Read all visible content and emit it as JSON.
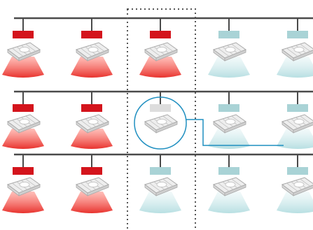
{
  "colors": {
    "background": "#ffffff",
    "rail": "#4a4a4a",
    "zone_border": "#555555",
    "highlight_ring": "#1f8fc0",
    "status_on": "#d4141c",
    "status_standby": "#a9d3d6",
    "status_offline": "#dddddd",
    "beam_on": "#e8322d",
    "beam_standby": "#b7dfe2",
    "fixture_body": "#eeeeee",
    "fixture_edge": "#a9a9a9"
  },
  "legend": [],
  "rows": [
    {
      "fixtures": [
        {
          "state": "on",
          "icon": "highbay-light-icon"
        },
        {
          "state": "on",
          "icon": "highbay-light-icon"
        },
        {
          "state": "on",
          "icon": "highbay-light-icon"
        },
        {
          "state": "standby",
          "icon": "highbay-light-icon"
        },
        {
          "state": "standby",
          "icon": "highbay-light-icon"
        }
      ]
    },
    {
      "fixtures": [
        {
          "state": "on",
          "icon": "highbay-light-icon"
        },
        {
          "state": "on",
          "icon": "highbay-light-icon"
        },
        {
          "state": "offline",
          "icon": "highbay-light-icon",
          "highlighted": true
        },
        {
          "state": "standby",
          "icon": "highbay-light-icon"
        },
        {
          "state": "standby",
          "icon": "highbay-light-icon"
        }
      ]
    },
    {
      "fixtures": [
        {
          "state": "on",
          "icon": "highbay-light-icon"
        },
        {
          "state": "on",
          "icon": "highbay-light-icon"
        },
        {
          "state": "standby",
          "icon": "highbay-light-icon"
        },
        {
          "state": "standby",
          "icon": "highbay-light-icon"
        },
        {
          "state": "standby",
          "icon": "highbay-light-icon"
        }
      ]
    }
  ],
  "zone": {
    "style": "dotted",
    "columns": [
      3
    ]
  },
  "connector": {
    "from": "row-2-fixture-3",
    "to": "row-2-fixture-5"
  }
}
